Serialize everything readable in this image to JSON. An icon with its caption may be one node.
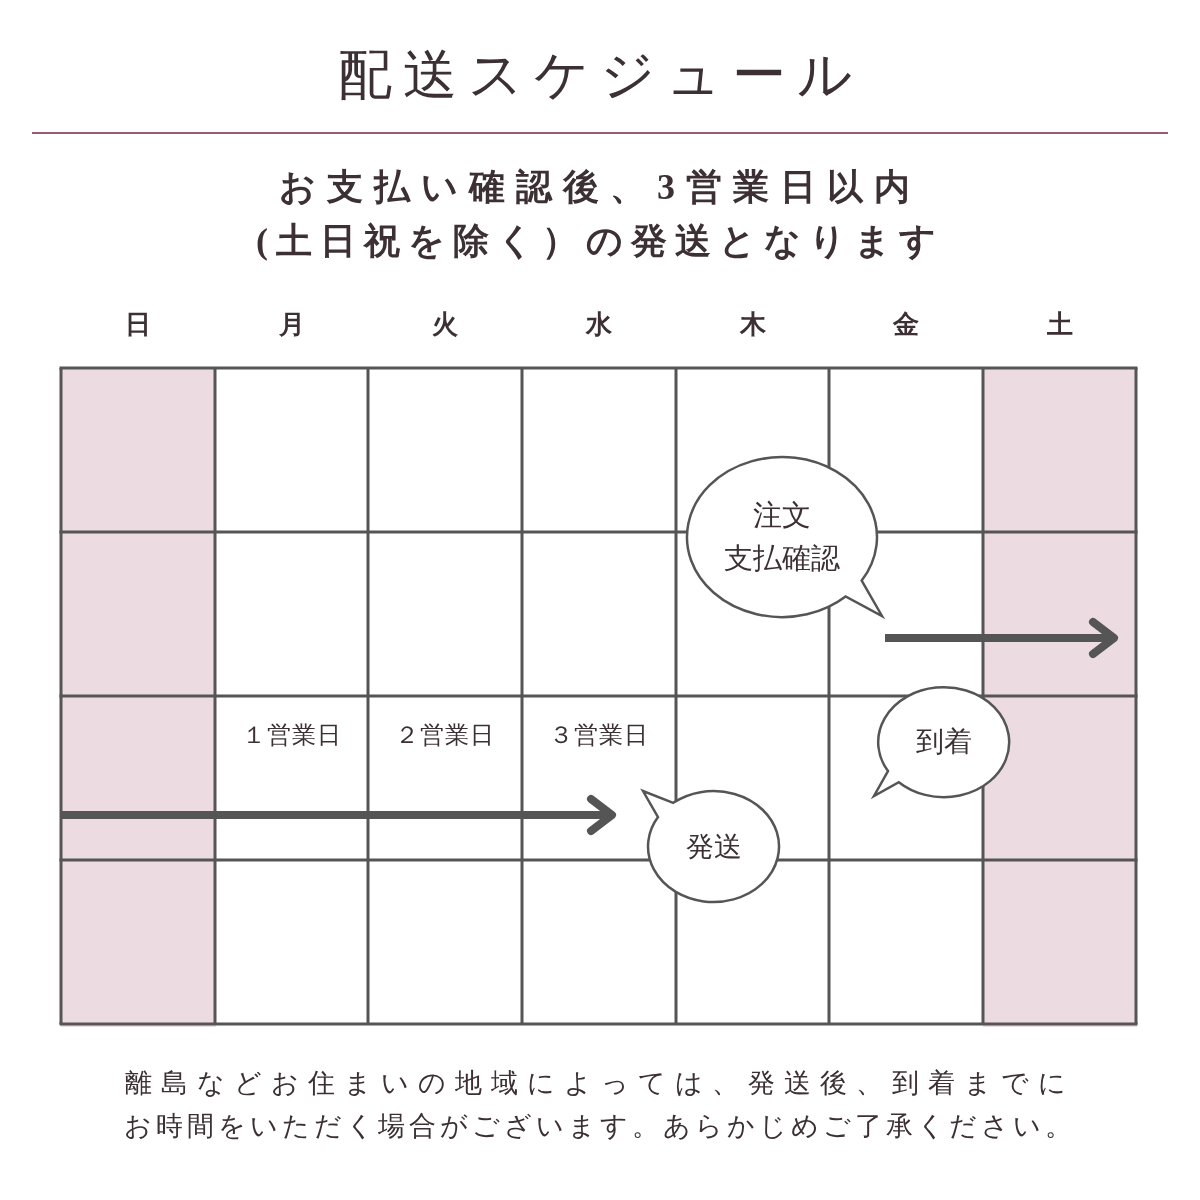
{
  "diagram": {
    "title": "配送スケジュール",
    "nodes": [
      {
        "text": [],
        "shape": "box"
      },
      {
        "text": [],
        "shape": "box"
      },
      {
        "text": [
          "注文",
          "支払確認"
        ]
      },
      {
        "text": [
          "到着"
        ]
      },
      {
        "text": [
          "発送"
        ]
      }
    ],
    "edges": [
      {
        "from": 2,
        "to": 1,
        "arrow": "to"
      },
      {
        "from": 0,
        "to": 4,
        "arrow": "to"
      }
    ],
    "labels": [
      "お支払い確認後、3営業日以内(土日祝を除く）の発送となります",
      "日",
      "月",
      "火",
      "水",
      "木",
      "金",
      "土",
      "１営業日",
      "２営業日",
      "３営業日",
      "離島などお住まいの地域によっては、発送後、到着までにお時間をいただく場合がございます。あらかじめご了承ください。"
    ]
  }
}
